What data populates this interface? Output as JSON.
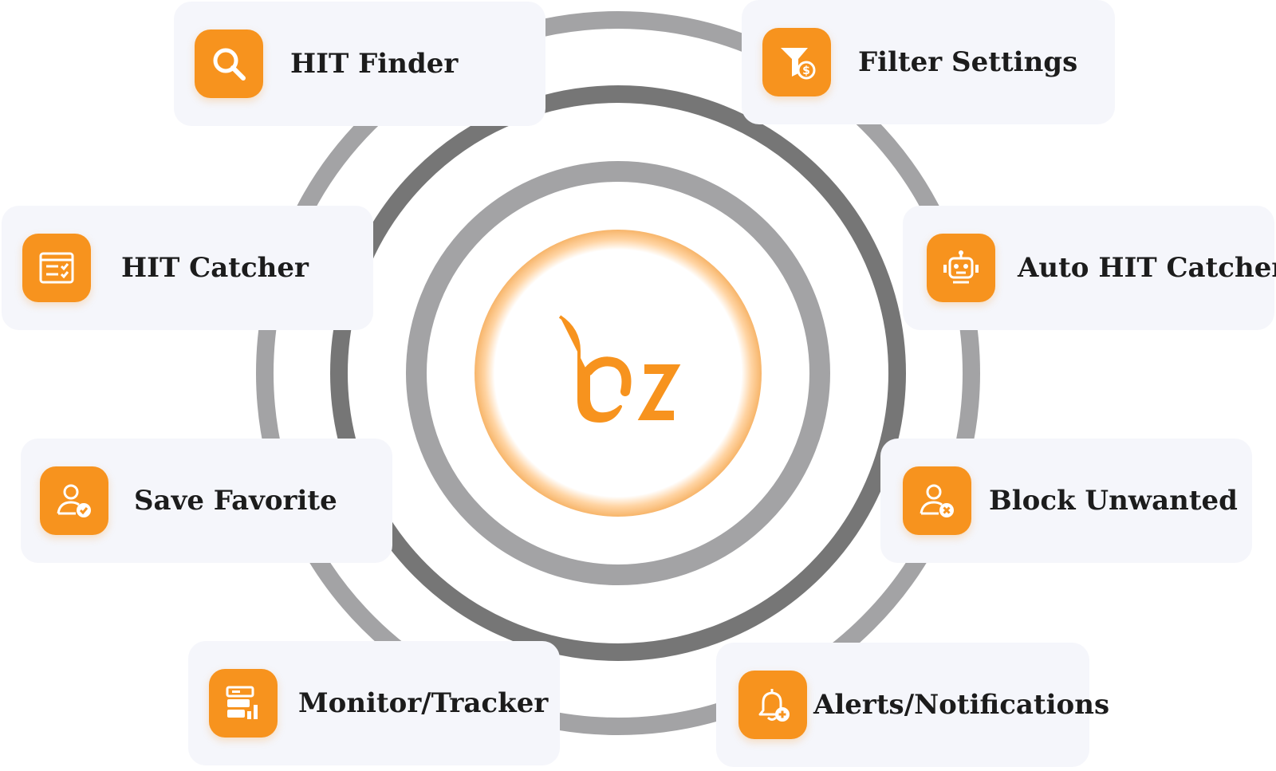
{
  "colors": {
    "accent": "#f7931e",
    "card_bg": "#f5f6fb",
    "ring_dark": "#767676",
    "ring_light": "#a3a3a5"
  },
  "center": {
    "logo": "bz",
    "logo_icon": "bz-logo-icon"
  },
  "features": [
    {
      "label": "HIT Finder",
      "icon": "search-icon"
    },
    {
      "label": "Filter Settings",
      "icon": "filter-dollar-icon"
    },
    {
      "label": "HIT Catcher",
      "icon": "window-checklist-icon"
    },
    {
      "label": "Auto HIT Catcher",
      "icon": "robot-icon"
    },
    {
      "label": "Save Favorite",
      "icon": "user-check-icon"
    },
    {
      "label": "Block Unwanted",
      "icon": "user-block-icon"
    },
    {
      "label": "Monitor/Tracker",
      "icon": "monitor-chart-icon"
    },
    {
      "label": "Alerts/Notifications",
      "icon": "bell-plus-icon"
    }
  ]
}
